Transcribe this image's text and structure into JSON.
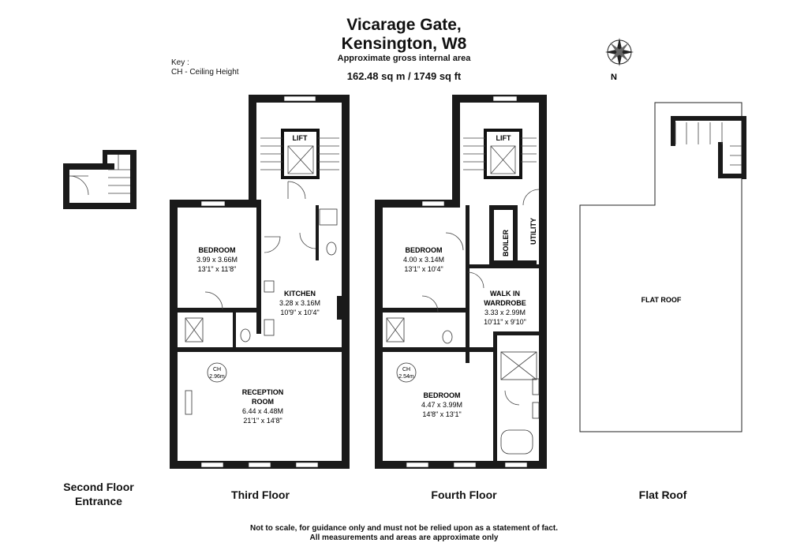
{
  "header": {
    "title_line1": "Vicarage Gate,",
    "title_line2": "Kensington, W8",
    "subtitle": "Approximate gross internal area",
    "area": "162.48 sq m / 1749 sq ft"
  },
  "key": {
    "title": "Key :",
    "item": "CH - Ceiling Height"
  },
  "compass": {
    "label": "N"
  },
  "floors": {
    "second": {
      "label_line1": "Second Floor",
      "label_line2": "Entrance"
    },
    "third": {
      "label": "Third Floor"
    },
    "fourth": {
      "label": "Fourth Floor"
    },
    "roof": {
      "label": "Flat Roof"
    }
  },
  "third_floor": {
    "lift": "LIFT",
    "bedroom": {
      "name": "BEDROOM",
      "metric": "3.99 x 3.66M",
      "imperial": "13'1\" x 11'8\""
    },
    "kitchen": {
      "name": "KITCHEN",
      "metric": "3.28 x 3.16M",
      "imperial": "10'9\" x 10'4\""
    },
    "reception": {
      "name_line1": "RECEPTION",
      "name_line2": "ROOM",
      "metric": "6.44 x 4.48M",
      "imperial": "21'1\" x 14'8\""
    },
    "ch": {
      "label": "CH",
      "value": "2.96m"
    }
  },
  "fourth_floor": {
    "lift": "LIFT",
    "boiler": "BOILER",
    "utility": "UTILITY",
    "bedroom1": {
      "name": "BEDROOM",
      "metric": "4.00 x 3.14M",
      "imperial": "13'1\" x 10'4\""
    },
    "wardrobe": {
      "name_line1": "WALK IN",
      "name_line2": "WARDROBE",
      "metric": "3.33 x 2.99M",
      "imperial": "10'11\" x 9'10\""
    },
    "bedroom2": {
      "name": "BEDROOM",
      "metric": "4.47 x 3.99M",
      "imperial": "14'8\" x 13'1\""
    },
    "ch": {
      "label": "CH",
      "value": "2.54m"
    }
  },
  "roof": {
    "label": "FLAT ROOF"
  },
  "footer": {
    "line1": "Not to scale, for guidance only and must not be relied upon as a statement of fact.",
    "line2": "All measurements and areas are approximate only"
  }
}
